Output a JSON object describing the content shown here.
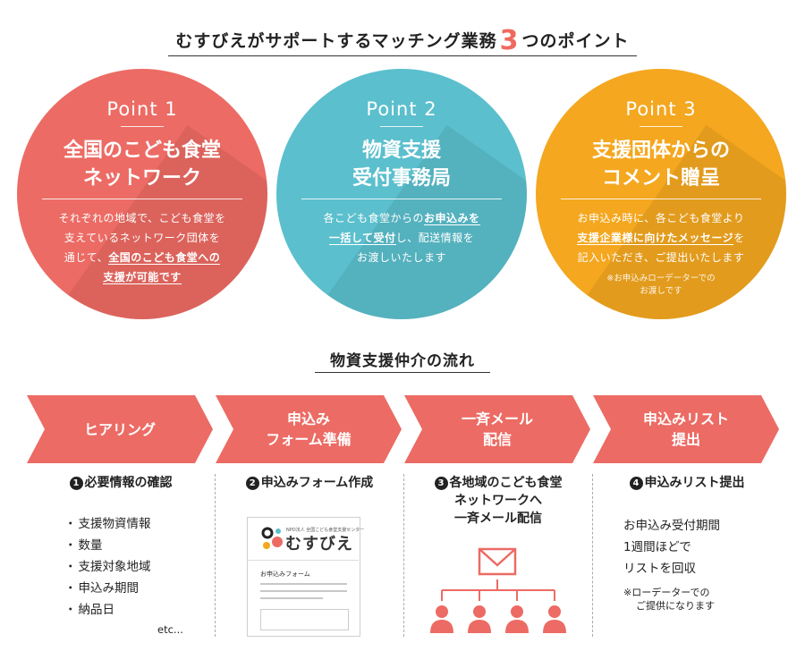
{
  "title": {
    "prefix": "むすびえがサポートするマッチング業務",
    "number": "3",
    "suffix": "つのポイント"
  },
  "points": [
    {
      "label": "Point 1",
      "heading_line1": "全国のこども食堂",
      "heading_line2": "ネットワーク",
      "body_lines": [
        [
          "それぞれの地域で、こども食堂を",
          ""
        ],
        [
          "支えているネットワーク団体を",
          ""
        ],
        [
          "通じて、",
          "全国のこども食堂への"
        ],
        [
          "",
          "支援が可能です"
        ]
      ],
      "note": ""
    },
    {
      "label": "Point 2",
      "heading_line1": "物資支援",
      "heading_line2": "受付事務局",
      "body_lines": [
        [
          "各こども食堂からの",
          "お申込みを"
        ],
        [
          "",
          "一括して受付",
          "し、配送情報を"
        ],
        [
          "お渡しいたします",
          ""
        ]
      ],
      "note": ""
    },
    {
      "label": "Point 3",
      "heading_line1": "支援団体からの",
      "heading_line2": "コメント贈呈",
      "body_lines": [
        [
          "お申込み時に、各こども食堂より",
          ""
        ],
        [
          "",
          "支援企業様に向けたメッセージ",
          "を"
        ],
        [
          "記入いただき、ご提出いたします",
          ""
        ]
      ],
      "note_line1": "※お申込みローデーターでの",
      "note_line2": "お渡しです"
    }
  ],
  "flow_title": "物資支援仲介の流れ",
  "steps": [
    {
      "line1": "ヒアリング",
      "line2": ""
    },
    {
      "line1": "申込み",
      "line2": "フォーム準備"
    },
    {
      "line1": "一斉メール",
      "line2": "配信"
    },
    {
      "line1": "申込みリスト",
      "line2": "提出"
    }
  ],
  "details": {
    "col1": {
      "num": "1",
      "title": "必要情報の確認",
      "items": [
        "支援物資情報",
        "数量",
        "支援対象地域",
        "申込み期間",
        "納品日"
      ],
      "etc": "etc..."
    },
    "col2": {
      "num": "2",
      "title": "申込みフォーム作成",
      "form_logo_small": "NPO法人 全国こども食堂支援センター",
      "form_logo_text": "むすびえ",
      "form_label": "お申込みフォーム"
    },
    "col3": {
      "num": "3",
      "title_line1": "各地域のこども食堂",
      "title_line2": "ネットワークへ",
      "title_line3": "一斉メール配信",
      "mail_icon": "envelope-icon",
      "person_icon": "person-icon"
    },
    "col4": {
      "num": "4",
      "title": "申込みリスト提出",
      "info_line1": "お申込み受付期間",
      "info_line2": "1週間ほどで",
      "info_line3": "リストを回収",
      "note_line1": "※ローデーターでの",
      "note_line2": "ご提供になります"
    }
  },
  "colors": {
    "coral": "#ec6b64",
    "teal": "#5bbfcd",
    "orange": "#f4a71f",
    "arrow": "#ec6b64"
  }
}
